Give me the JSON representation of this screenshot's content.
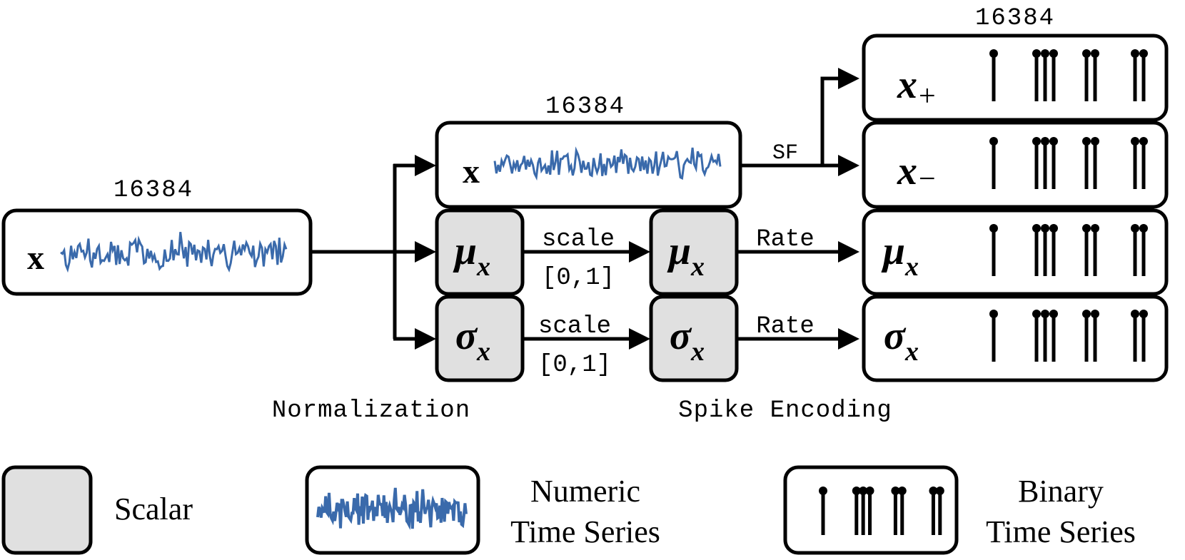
{
  "input": {
    "size_label": "16384",
    "symbol": "x"
  },
  "normalization": {
    "series": {
      "size_label": "16384",
      "symbol": "x"
    },
    "mean": {
      "main": "μ",
      "sub": "x"
    },
    "std": {
      "main": "σ",
      "sub": "x"
    },
    "scale_label": "scale",
    "range_label": "[0,1]",
    "section_label": "Normalization"
  },
  "encoding": {
    "sf_label": "SF",
    "rate_label": "Rate",
    "section_label": "Spike Encoding",
    "output_size_label": "16384",
    "outputs": [
      {
        "main": "x",
        "sub": "+"
      },
      {
        "main": "x",
        "sub": "−"
      },
      {
        "main": "μ",
        "sub": "x"
      },
      {
        "main": "σ",
        "sub": "x"
      }
    ]
  },
  "legend": {
    "scalar": "Scalar",
    "numeric_line1": "Numeric",
    "numeric_line2": "Time Series",
    "binary_line1": "Binary",
    "binary_line2": "Time Series"
  },
  "colors": {
    "series": "#3a6aab",
    "scalar_fill": "#e0e0e0",
    "stroke": "#000000"
  }
}
